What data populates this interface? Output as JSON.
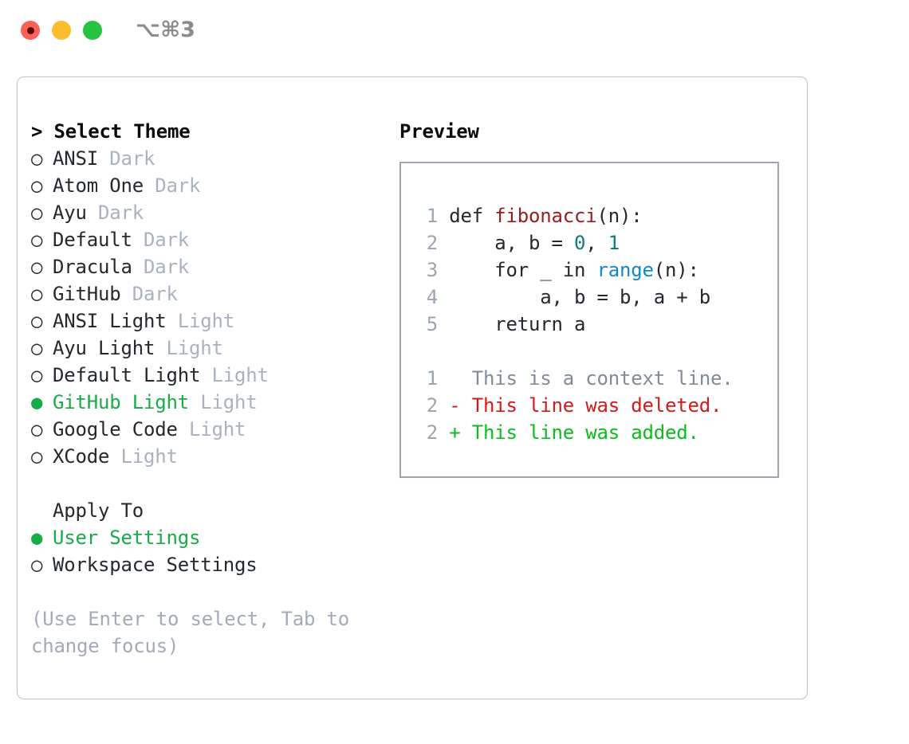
{
  "window": {
    "shortcut_label": "⌥⌘3",
    "traffic_lights": [
      {
        "name": "close",
        "color": "#fc6058"
      },
      {
        "name": "minimize",
        "color": "#fdbc2c"
      },
      {
        "name": "maximize",
        "color": "#25c33f"
      }
    ]
  },
  "theme_list": {
    "header": "> Select Theme",
    "selected_marker": "●",
    "unselected_marker": "○",
    "items": [
      {
        "marker": "○",
        "name": "ANSI",
        "kind": "Dark",
        "selected": false
      },
      {
        "marker": "○",
        "name": "Atom One",
        "kind": "Dark",
        "selected": false
      },
      {
        "marker": "○",
        "name": "Ayu",
        "kind": "Dark",
        "selected": false
      },
      {
        "marker": "○",
        "name": "Default",
        "kind": "Dark",
        "selected": false
      },
      {
        "marker": "○",
        "name": "Dracula",
        "kind": "Dark",
        "selected": false
      },
      {
        "marker": "○",
        "name": "GitHub",
        "kind": "Dark",
        "selected": false
      },
      {
        "marker": "○",
        "name": "ANSI Light",
        "kind": "Light",
        "selected": false
      },
      {
        "marker": "○",
        "name": "Ayu Light",
        "kind": "Light",
        "selected": false
      },
      {
        "marker": "○",
        "name": "Default Light",
        "kind": "Light",
        "selected": false
      },
      {
        "marker": "●",
        "name": "GitHub Light",
        "kind": "Light",
        "selected": true
      },
      {
        "marker": "○",
        "name": "Google Code",
        "kind": "Light",
        "selected": false
      },
      {
        "marker": "○",
        "name": "XCode",
        "kind": "Light",
        "selected": false
      }
    ]
  },
  "apply_to": {
    "header": "Apply To",
    "options": [
      {
        "marker": "●",
        "label": "User Settings",
        "selected": true
      },
      {
        "marker": "○",
        "label": "Workspace Settings",
        "selected": false
      }
    ]
  },
  "hint": "(Use Enter to select, Tab to change focus)",
  "preview": {
    "title": "Preview",
    "code_lines": [
      {
        "number": "1",
        "tokens": [
          {
            "text": "def ",
            "type": "plain"
          },
          {
            "text": "fibonacci",
            "type": "fn"
          },
          {
            "text": "(n):",
            "type": "plain"
          }
        ]
      },
      {
        "number": "2",
        "tokens": [
          {
            "text": "    a, b = ",
            "type": "plain"
          },
          {
            "text": "0",
            "type": "num"
          },
          {
            "text": ", ",
            "type": "plain"
          },
          {
            "text": "1",
            "type": "num"
          }
        ]
      },
      {
        "number": "3",
        "tokens": [
          {
            "text": "    for _ in ",
            "type": "plain"
          },
          {
            "text": "range",
            "type": "call"
          },
          {
            "text": "(n):",
            "type": "plain"
          }
        ]
      },
      {
        "number": "4",
        "tokens": [
          {
            "text": "        a, b = b, a + b",
            "type": "plain"
          }
        ]
      },
      {
        "number": "5",
        "tokens": [
          {
            "text": "    return a",
            "type": "plain"
          }
        ]
      }
    ],
    "diff_lines": [
      {
        "number": "1",
        "text": "   This is a context line.",
        "type": "context"
      },
      {
        "number": "2",
        "text": " - This line was deleted.",
        "type": "deleted"
      },
      {
        "number": "2",
        "text": " + This line was added.",
        "type": "added"
      }
    ]
  },
  "colors": {
    "accent_green": "#18ab47",
    "muted": "#a9b2bf",
    "border": "#b9c1cd",
    "preview_border": "#9aa5b1",
    "fn": "#9b1c1c",
    "num": "#0f7b7b",
    "call": "#1188cc",
    "diff_deleted": "#d01b1b",
    "diff_added": "#08bd1e",
    "diff_context": "#808b96"
  }
}
